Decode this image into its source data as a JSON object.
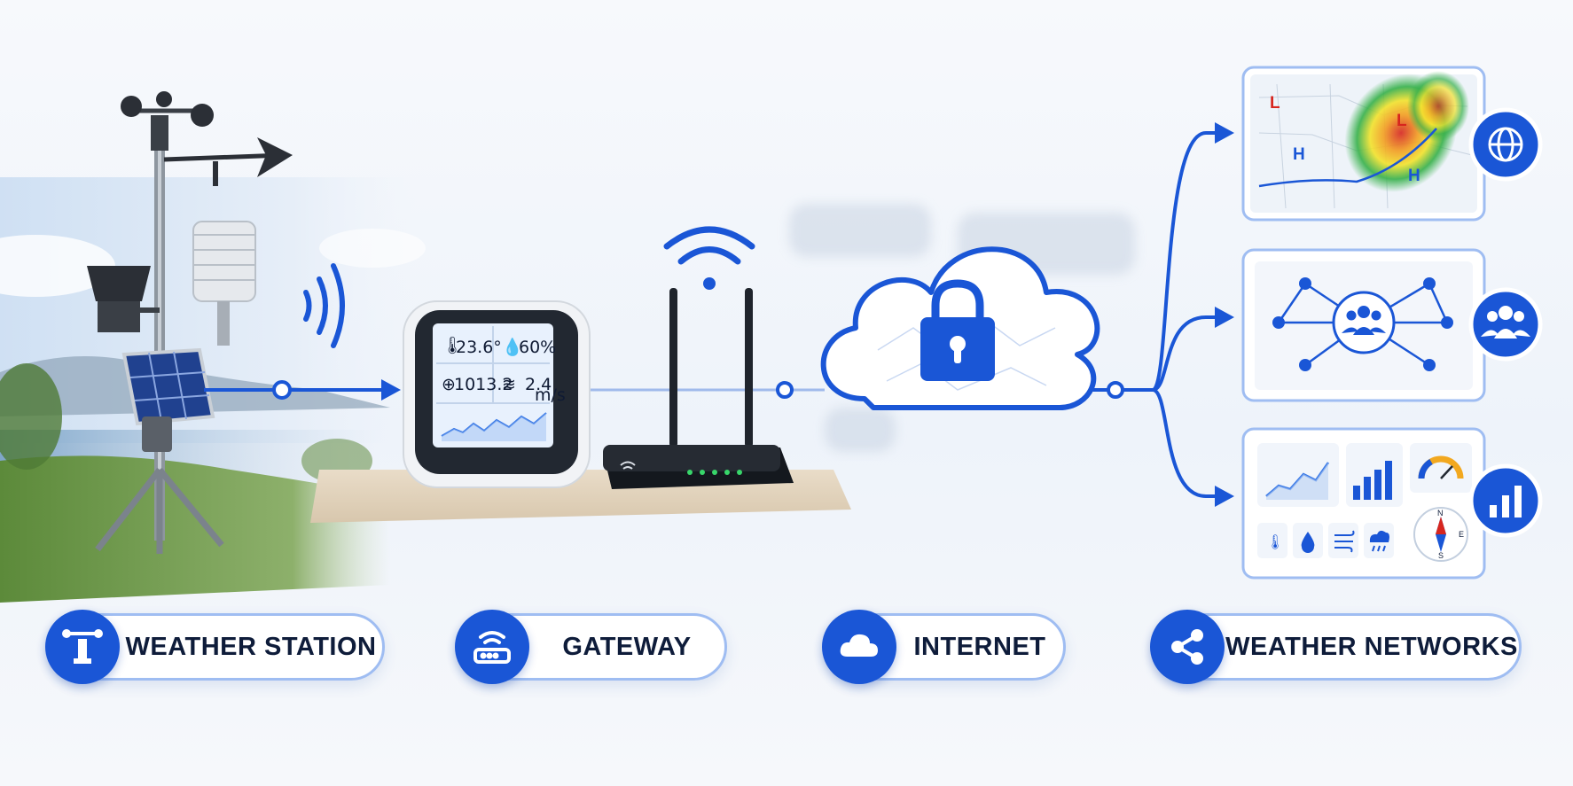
{
  "stages": [
    {
      "label": "WEATHER STATION",
      "icon": "anemometer-icon"
    },
    {
      "label": "GATEWAY",
      "icon": "router-icon"
    },
    {
      "label": "INTERNET",
      "icon": "cloud-icon"
    },
    {
      "label": "WEATHER NETWORKS",
      "icon": "share-icon"
    }
  ],
  "display": {
    "temperature": "23.6°",
    "humidity": "60%",
    "pressure": "1013.2",
    "wind": "2.4",
    "wind_unit": "m/s"
  },
  "map": {
    "low_1": "L",
    "low_2": "L",
    "high_1": "H",
    "high_2": "H"
  },
  "compass": {
    "n": "N",
    "e": "E",
    "s": "S"
  },
  "colors": {
    "accent": "#1a56d6",
    "accent_light": "#9fbdf2",
    "text_dark": "#0e1c3a"
  }
}
